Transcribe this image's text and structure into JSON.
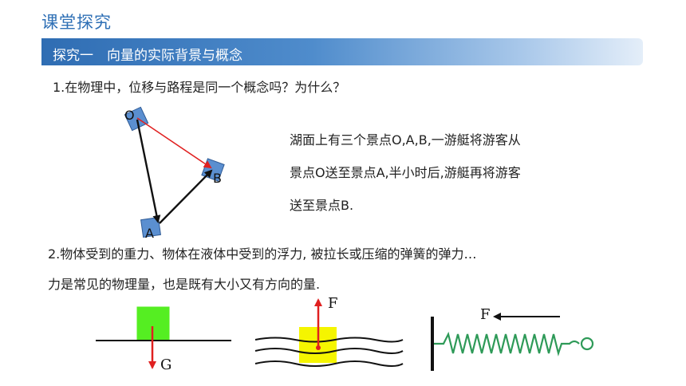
{
  "header": {
    "title": "课堂探究",
    "section": "探究一　向量的实际背景与概念"
  },
  "question1": {
    "text": "1.在物理中，位移与路程是同一个概念吗？为什么？",
    "points": {
      "o": "O",
      "a": "A",
      "b": "B"
    },
    "description": [
      "湖面上有三个景点O,A,B,一游艇将游客从",
      "景点O送至景点A,半小时后,游艇再将游客",
      "送至景点B."
    ]
  },
  "question2": {
    "lines": [
      "2.物体受到的重力、物体在液体中受到的浮力, 被拉长或压缩的弹簧的弹力…",
      "力是常见的物理量，也是既有大小又有方向的量."
    ]
  },
  "forces": {
    "gravity_label": "G",
    "buoyancy_label": "F",
    "spring_label": "F"
  },
  "colors": {
    "title_blue": "#2e6fb5",
    "node_blue": "#5b8fd0",
    "red_arrow": "#e02020",
    "green_block": "#55ee22",
    "yellow_block": "#f5f500",
    "spring_green": "#2e9a58"
  }
}
